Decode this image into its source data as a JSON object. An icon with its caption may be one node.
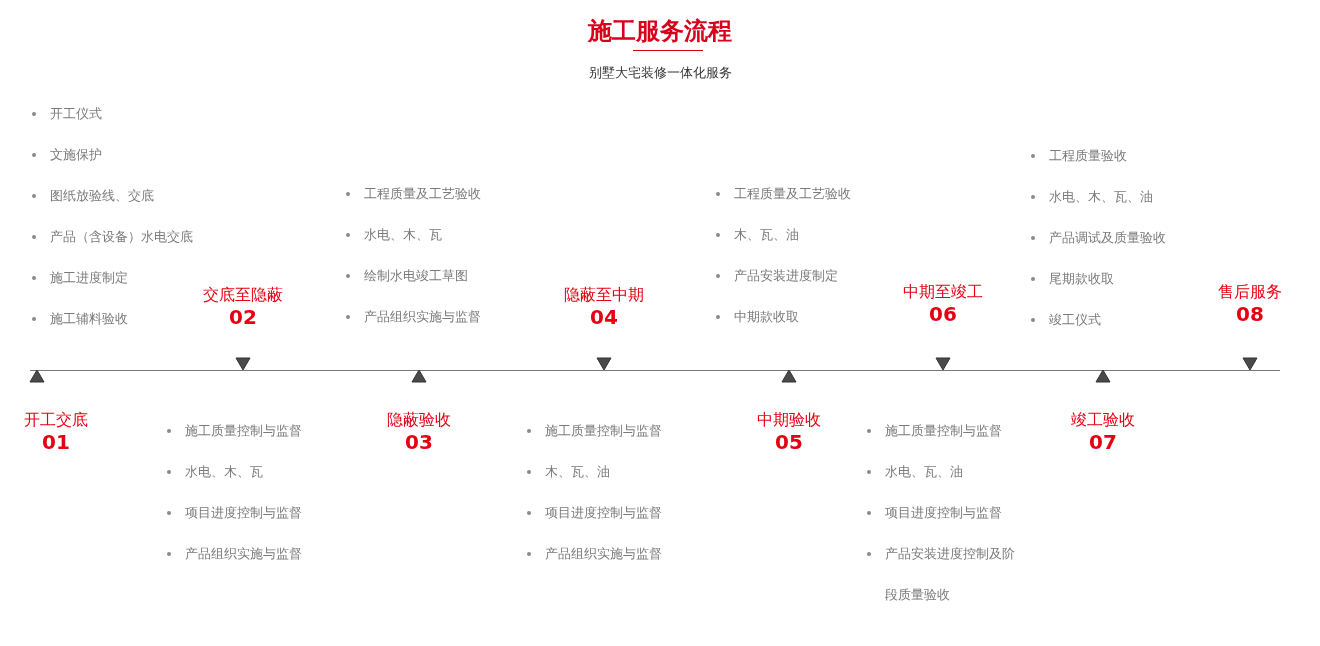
{
  "diagram": {
    "title": "施工服务流程",
    "nodes": [
      {
        "text": [
          "开工交底",
          "01"
        ]
      },
      {
        "text": [
          "交底至隐蔽",
          "02"
        ]
      },
      {
        "text": [
          "隐蔽验收",
          "03"
        ]
      },
      {
        "text": [
          "隐蔽至中期",
          "04"
        ]
      },
      {
        "text": [
          "中期验收",
          "05"
        ]
      },
      {
        "text": [
          "中期至竣工",
          "06"
        ]
      },
      {
        "text": [
          "竣工验收",
          "07"
        ]
      },
      {
        "text": [
          "售后服务",
          "08"
        ]
      }
    ],
    "labels": [
      "别墅大宅装修一体化服务",
      "开工仪式",
      "文施保护",
      "图纸放验线、交底",
      "产品（含设备）水电交底",
      "施工进度制定",
      "施工辅料验收",
      "工程质量及工艺验收",
      "水电、木、瓦",
      "绘制水电竣工草图",
      "产品组织实施与监督",
      "工程质量及工艺验收",
      "木、瓦、油",
      "产品安装进度制定",
      "中期款收取",
      "工程质量验收",
      "水电、木、瓦、油",
      "产品调试及质量验收",
      "尾期款收取",
      "竣工仪式",
      "施工质量控制与监督",
      "水电、木、瓦",
      "项目进度控制与监督",
      "产品组织实施与监督",
      "施工质量控制与监督",
      "木、瓦、油",
      "项目进度控制与监督",
      "产品组织实施与监督",
      "施工质量控制与监督",
      "水电、瓦、油",
      "项目进度控制与监督",
      "产品安装进度控制及阶段质量验收"
    ]
  }
}
